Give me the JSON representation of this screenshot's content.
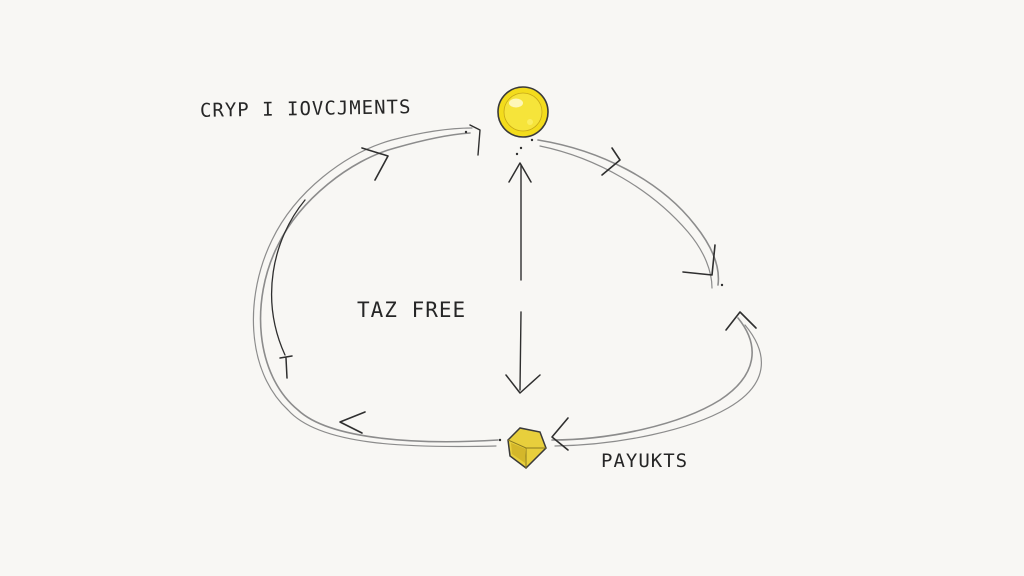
{
  "labels": {
    "top": "CRYP I IOVCJMENTS",
    "middle": "TAZ FREE",
    "bottom": "PAYUKTS"
  },
  "colors": {
    "ink": "#2f2f2f",
    "pencil": "#8c8c8c",
    "paper": "#f8f7f4",
    "coin": "#f3dc1c",
    "gem": "#e8cf3c"
  },
  "nodes": {
    "top": {
      "icon": "coin-icon"
    },
    "bottom": {
      "icon": "gem-icon"
    }
  }
}
